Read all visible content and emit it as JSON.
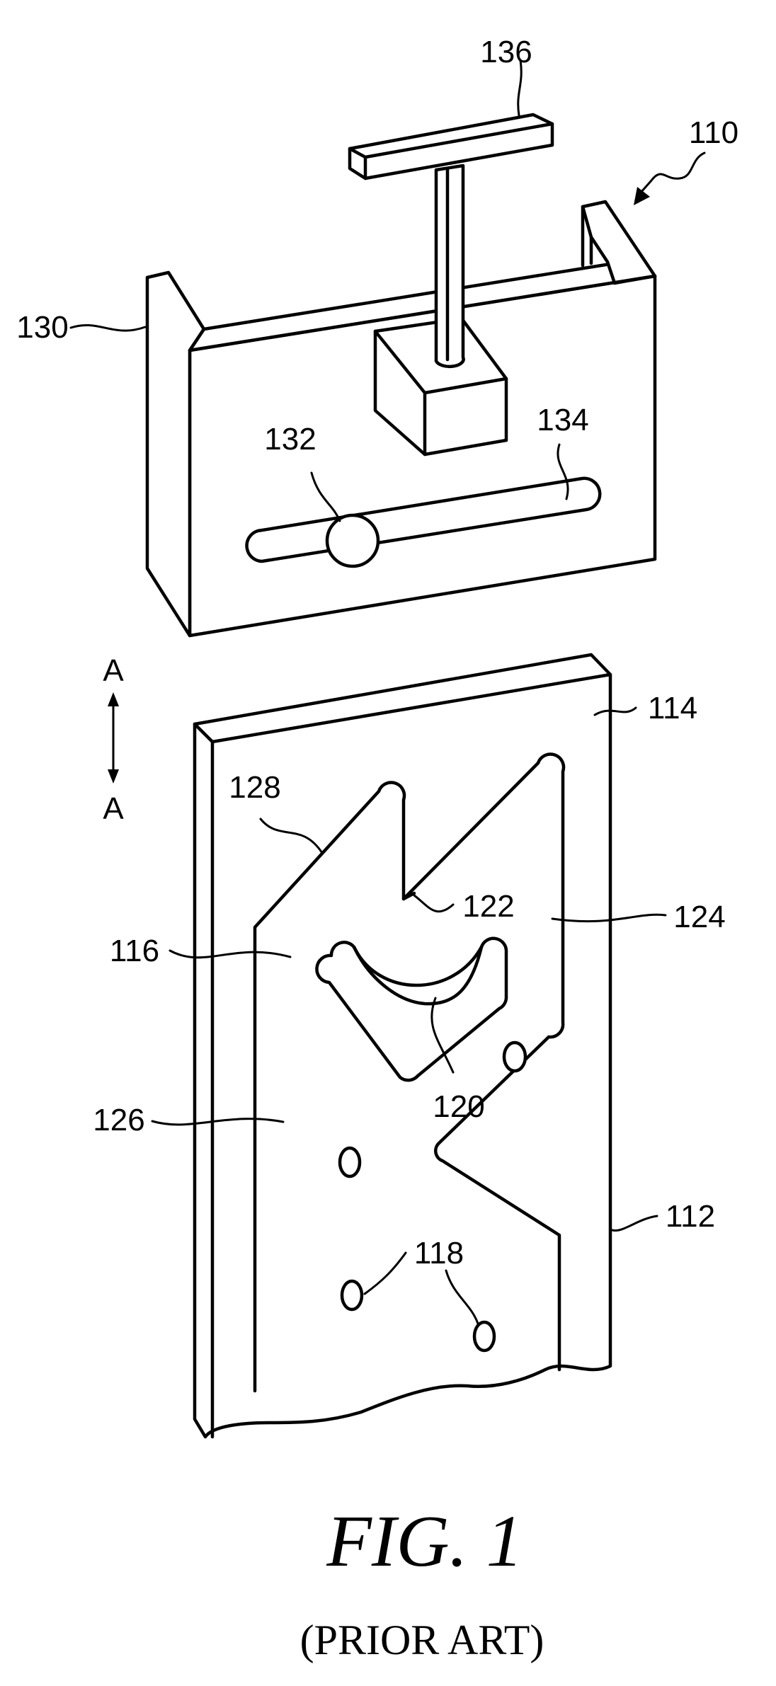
{
  "figure": {
    "title": "FIG. 1",
    "subtitle": "(PRIOR ART)"
  },
  "direction_labels": {
    "top": "A",
    "bottom": "A"
  },
  "reference_numerals": {
    "assembly": "110",
    "plate": "112",
    "plate_top": "114",
    "engaging_portion": "116",
    "holes": "118",
    "curved_recess": "120",
    "notch": "122",
    "right_portion": "124",
    "left_portion": "126",
    "angled_edge": "128",
    "housing": "130",
    "knob": "132",
    "slot": "134",
    "t_handle": "136"
  }
}
